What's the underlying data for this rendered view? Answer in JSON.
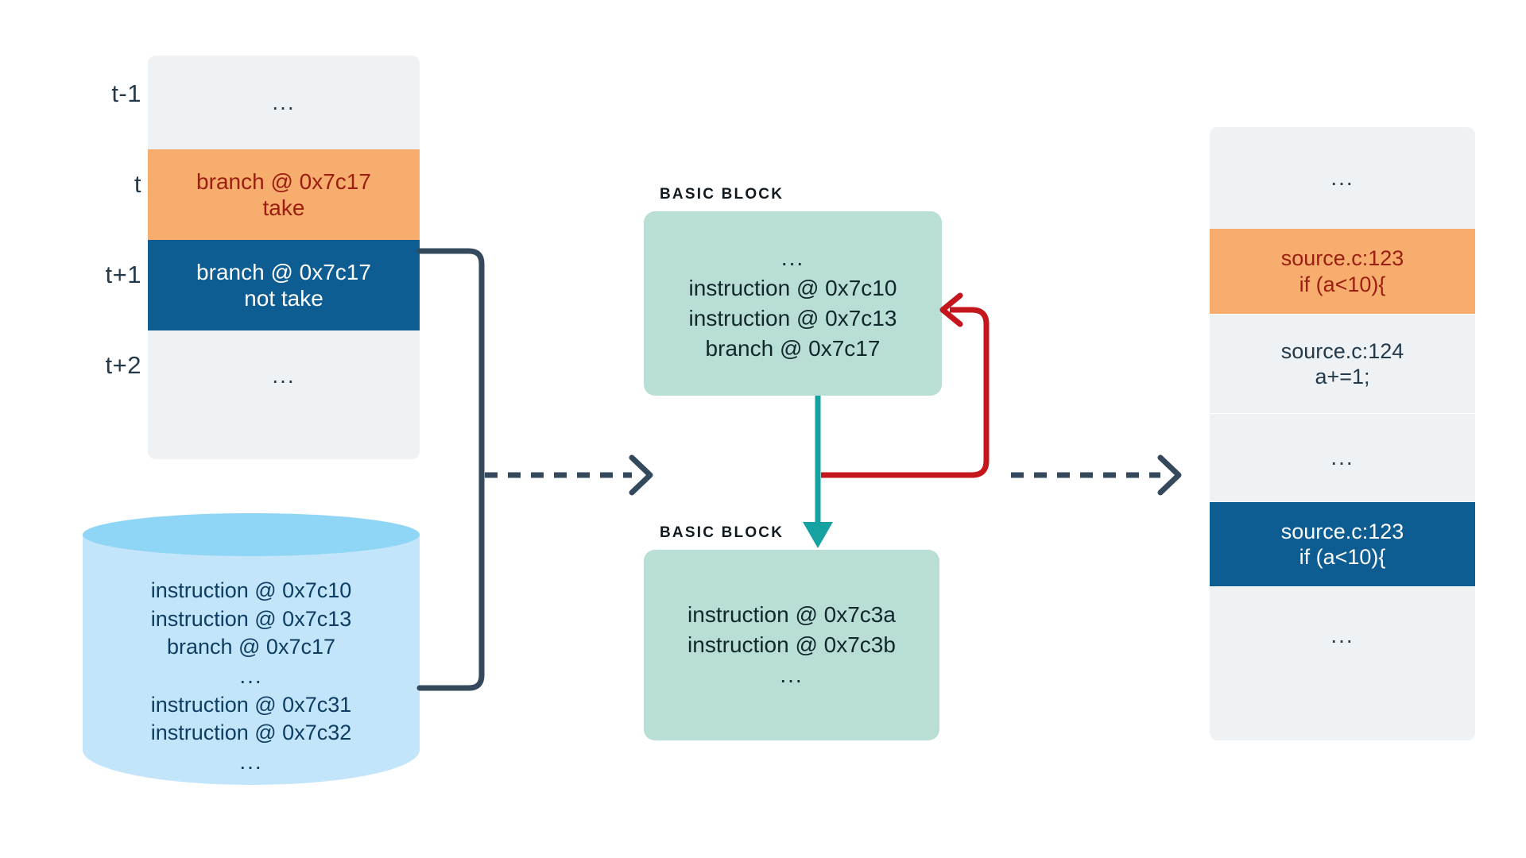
{
  "colors": {
    "panel_bg": "#eef2f5",
    "highlight_orange_bg": "#f6ad6d",
    "highlight_orange_text": "#9c1d11",
    "highlight_blue_bg": "#0d5c92",
    "highlight_blue_text": "#ffffff",
    "cylinder_body": "#c3e5fa",
    "cylinder_top": "#8fd5f5",
    "cylinder_text": "#0e3d63",
    "basic_block_bg": "#b9ded6",
    "basic_block_text": "#10282c",
    "connector_dark": "#34495b",
    "arrow_teal": "#17a2a2",
    "arrow_red": "#c4161c",
    "text_default": "#24394a"
  },
  "timeline": {
    "labels": [
      "t-1",
      "t",
      "t+1",
      "t+2"
    ],
    "rows": [
      {
        "style": "plain",
        "lines": [
          "..."
        ]
      },
      {
        "style": "hl-orange",
        "lines": [
          "branch @ 0x7c17",
          "take"
        ]
      },
      {
        "style": "hl-blue",
        "lines": [
          "branch @ 0x7c17",
          "not take"
        ]
      },
      {
        "style": "plain",
        "lines": [
          "..."
        ]
      }
    ]
  },
  "instruction_stream": {
    "lines": [
      "instruction @ 0x7c10",
      "instruction @ 0x7c13",
      "branch @ 0x7c17",
      "...",
      "instruction @ 0x7c31",
      "instruction @ 0x7c32",
      "..."
    ]
  },
  "basic_blocks": [
    {
      "caption": "BASIC BLOCK",
      "lines": [
        "...",
        "instruction @ 0x7c10",
        "instruction @ 0x7c13",
        "branch @ 0x7c17"
      ]
    },
    {
      "caption": "BASIC BLOCK",
      "lines": [
        "instruction @ 0x7c3a",
        "instruction @ 0x7c3b",
        "..."
      ]
    }
  ],
  "source_stack": {
    "rows": [
      {
        "style": "plain",
        "lines": [
          "..."
        ]
      },
      {
        "style": "hl-orange",
        "lines": [
          "source.c:123",
          "if (a<10){"
        ]
      },
      {
        "style": "plain",
        "lines": [
          "source.c:124",
          "a+=1;"
        ]
      },
      {
        "style": "plain",
        "lines": [
          "..."
        ]
      },
      {
        "style": "hl-blue",
        "lines": [
          "source.c:123",
          "if (a<10){"
        ]
      },
      {
        "style": "plain",
        "lines": [
          "..."
        ]
      }
    ]
  },
  "connectors": {
    "bracket_label": "timeline-to-instruction-stream-bracket",
    "dashed_left_label": "dashed-arrow-stream-to-basic-blocks",
    "dashed_right_label": "dashed-arrow-basic-blocks-to-source",
    "fallthrough_label": "fallthrough-arrow",
    "taken_branch_label": "taken-branch-loop-arrow"
  }
}
